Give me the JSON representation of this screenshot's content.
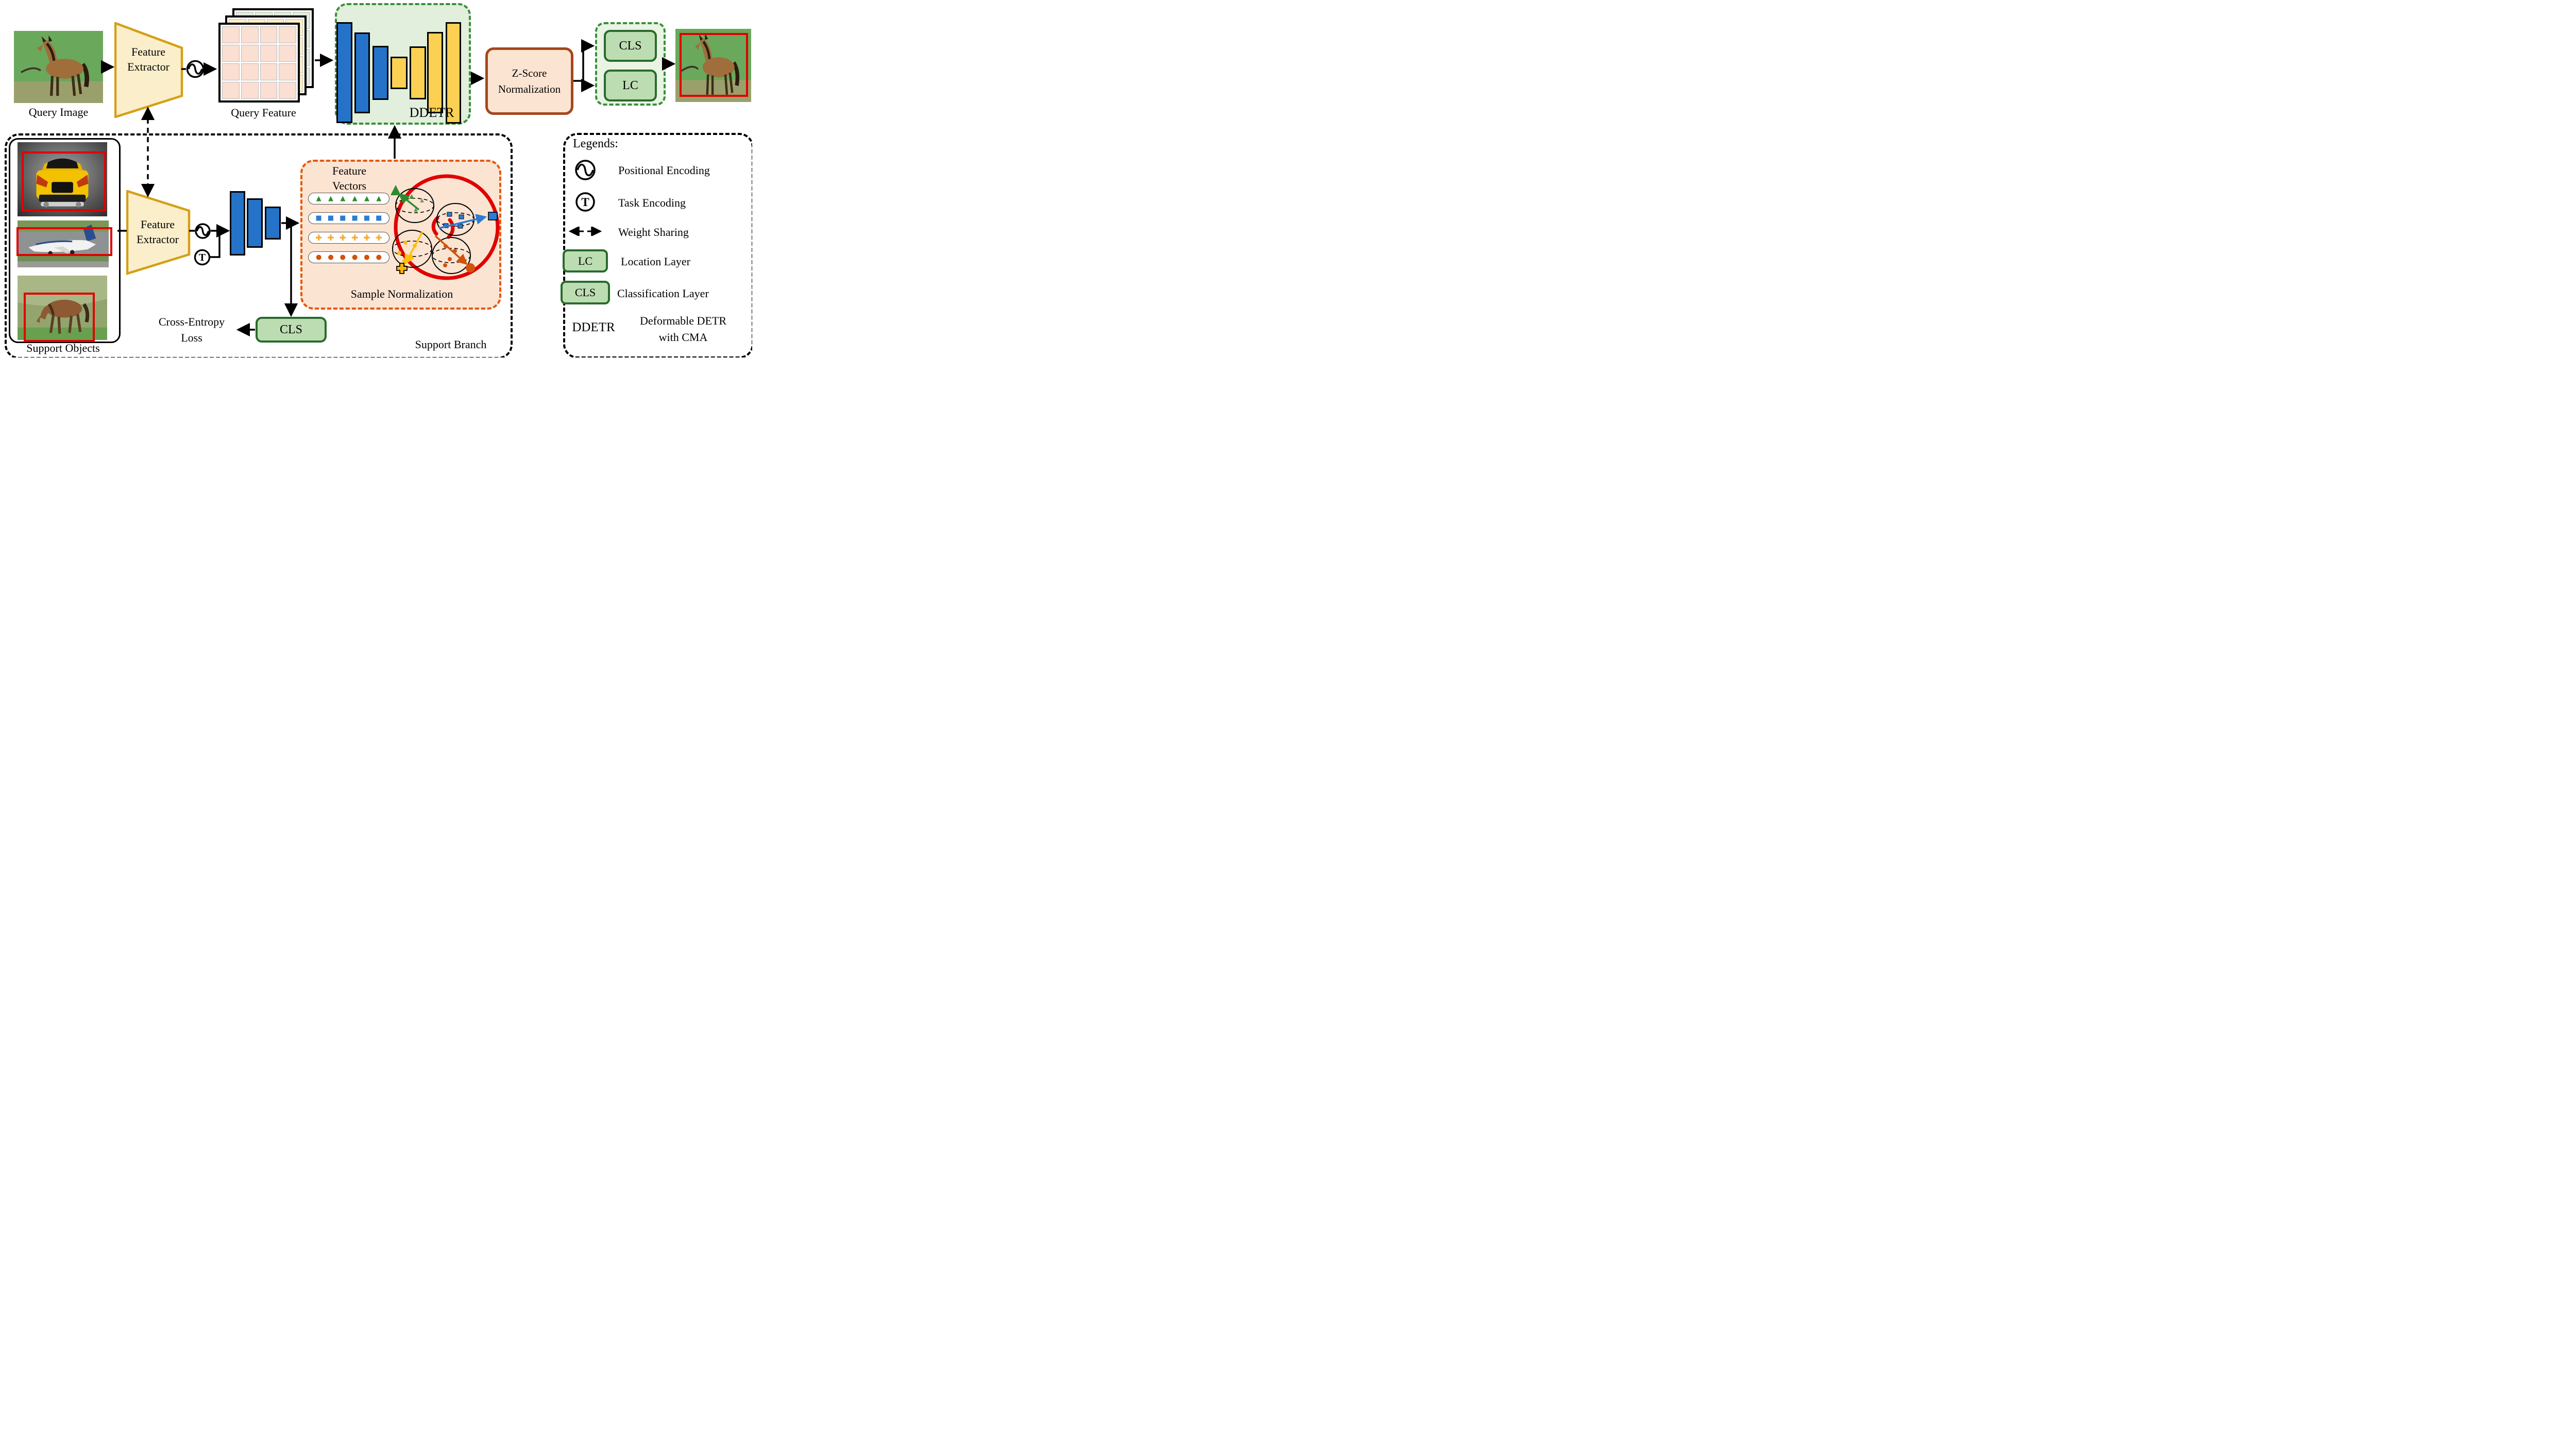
{
  "query_branch": {
    "query_image_label": "Query Image",
    "fe_line1": "Feature",
    "fe_line2": "Extractor",
    "query_feature_label": "Query Feature"
  },
  "ddetr": {
    "label": "DDETR",
    "bars": [
      {
        "role": "encoder",
        "height": 196
      },
      {
        "role": "encoder",
        "height": 157
      },
      {
        "role": "encoder",
        "height": 105
      },
      {
        "role": "decoder",
        "height": 63
      },
      {
        "role": "decoder",
        "height": 103
      },
      {
        "role": "decoder",
        "height": 158
      },
      {
        "role": "decoder",
        "height": 197
      }
    ]
  },
  "zscore": {
    "line1": "Z-Score",
    "line2": "Normalization"
  },
  "heads": {
    "cls": "CLS",
    "lc": "LC"
  },
  "support": {
    "label": "Support Branch",
    "objects_label": "Support Objects",
    "fe_line1": "Feature",
    "fe_line2": "Extractor",
    "task_symbol": "T",
    "cls_label": "CLS",
    "ce_line1": "Cross-Entropy",
    "ce_line2": "Loss",
    "encoder_bars": [
      {
        "role": "encoder",
        "height": 125
      },
      {
        "role": "encoder",
        "height": 96
      },
      {
        "role": "encoder",
        "height": 64
      }
    ]
  },
  "sample": {
    "fv_line1": "Feature",
    "fv_line2": "Vectors",
    "label": "Sample Normalization",
    "feature_vector_rows": [
      {
        "shape": "triangle",
        "color": "#2E8B2E",
        "count": 6
      },
      {
        "shape": "square",
        "color": "#2B7CD3",
        "count": 6
      },
      {
        "shape": "cross",
        "color": "#F9A825",
        "count": 6
      },
      {
        "shape": "circle",
        "color": "#D2520A",
        "count": 6
      }
    ]
  },
  "legends": {
    "title": "Legends:",
    "items": [
      {
        "icon": "positional-encoding-icon",
        "label": "Positional Encoding"
      },
      {
        "icon": "task-encoding-icon",
        "symbol": "T",
        "label": "Task Encoding"
      },
      {
        "icon": "weight-sharing-icon",
        "label": "Weight Sharing"
      },
      {
        "icon": "location-layer-box",
        "key": "LC",
        "label": "Location Layer"
      },
      {
        "icon": "classification-layer-box",
        "key": "CLS",
        "label": "Classification Layer"
      },
      {
        "icon": "ddetr-abbr",
        "key": "DDETR",
        "label": "Deformable DETR",
        "label2": "with CMA"
      }
    ]
  },
  "colors": {
    "extractor_fill": "#FBEFCB",
    "extractor_border": "#D4A017",
    "ddetr_fill": "#E1EFDC",
    "ddetr_border": "#3A8E3A",
    "encoder_bar": "#2473C8",
    "decoder_bar": "#FBD053",
    "zscore_fill": "#FCE4D2",
    "zscore_border": "#A5471D",
    "head_fill": "#BCDDB2",
    "head_border": "#2A6B2D",
    "sample_fill": "#FCE4D3",
    "sample_border": "#E2590A",
    "bbox_red": "#E00000"
  }
}
